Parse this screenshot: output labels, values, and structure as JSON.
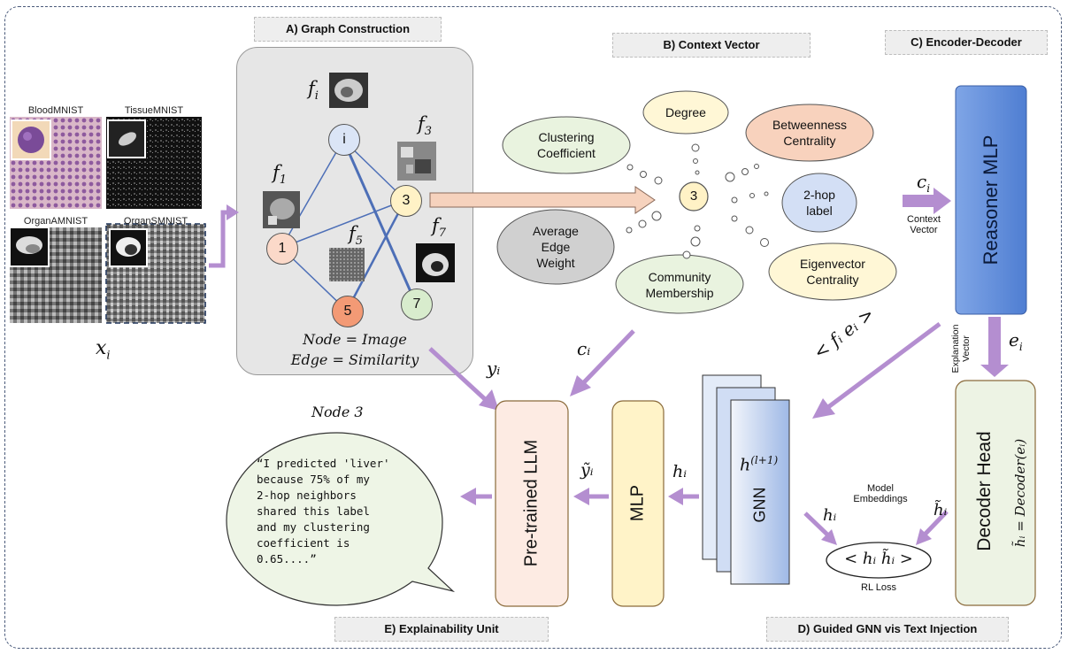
{
  "sections": {
    "a": "A) Graph Construction",
    "b": "B) Context Vector",
    "c": "C) Encoder-Decoder",
    "d": "D) Guided GNN vis Text Injection",
    "e": "E) Explainability Unit"
  },
  "datasets": [
    "BloodMNIST",
    "TissueMNIST",
    "OrganAMNIST",
    "OrganSMNIST"
  ],
  "input_label": "x",
  "input_sub": "i",
  "graph": {
    "nodes": [
      "i",
      "3",
      "1",
      "5",
      "7"
    ],
    "feature_labels": {
      "fi_base": "f",
      "fi_sub": "i",
      "f3_sub": "3",
      "f1_sub": "1",
      "f5_sub": "5",
      "f7_sub": "7"
    },
    "caption_line1": "Node = Image",
    "caption_line2": "Edge = Similarity"
  },
  "context": {
    "center_node": "3",
    "clouds": [
      "Degree",
      "Clustering\nCoefficient",
      "Betweenness\nCentrality",
      "2-hop\nlabel",
      "Average\nEdge\nWeight",
      "Community\nMembership",
      "Eigenvector\nCentrality"
    ],
    "ci_label": "c",
    "ci_sub": "i",
    "context_vector_label": "Context\nVector"
  },
  "encoder": {
    "reasoner": "Reasoner MLP",
    "decoder": "Decoder Head",
    "decoder_formula": "h̃ᵢ = Decoder(eᵢ)",
    "ei_label": "e",
    "ei_sub": "i",
    "explanation_vector_label": "Explanation\nVector",
    "fe_label": "< fᵢ  eᵢ >"
  },
  "gnn": {
    "label": "GNN",
    "layer_label": "h",
    "layer_sup": "(l+1)",
    "model_embeddings": "Model\nEmbeddings",
    "rl_loss": "RL Loss",
    "pair": "< hᵢ  h̃ᵢ >",
    "hi": "hᵢ",
    "hi_tilde": "h̃ᵢ"
  },
  "explain": {
    "mlp": "MLP",
    "llm": "Pre-trained LLM",
    "yi": "yᵢ",
    "yi_tilde": "ỹᵢ",
    "hi": "hᵢ",
    "ci": "cᵢ",
    "node_title": "Node 3",
    "speech_lines": [
      "“I predicted 'liver'",
      "because 75% of my",
      "2-hop neighbors",
      "shared this label",
      "and my clustering",
      "coefficient is",
      "0.65....”"
    ]
  },
  "colors": {
    "arrow_purple": "#b48ed0",
    "edge_blue": "#4d6fb7",
    "reasoner_blue": "#5b8bd8",
    "llm_fill": "#fdebe3",
    "mlp_fill": "#fff3c8",
    "decoder_fill": "#edf3e4",
    "gnn_fill": "#a9c1ea",
    "speech_fill": "#eef5e6"
  }
}
